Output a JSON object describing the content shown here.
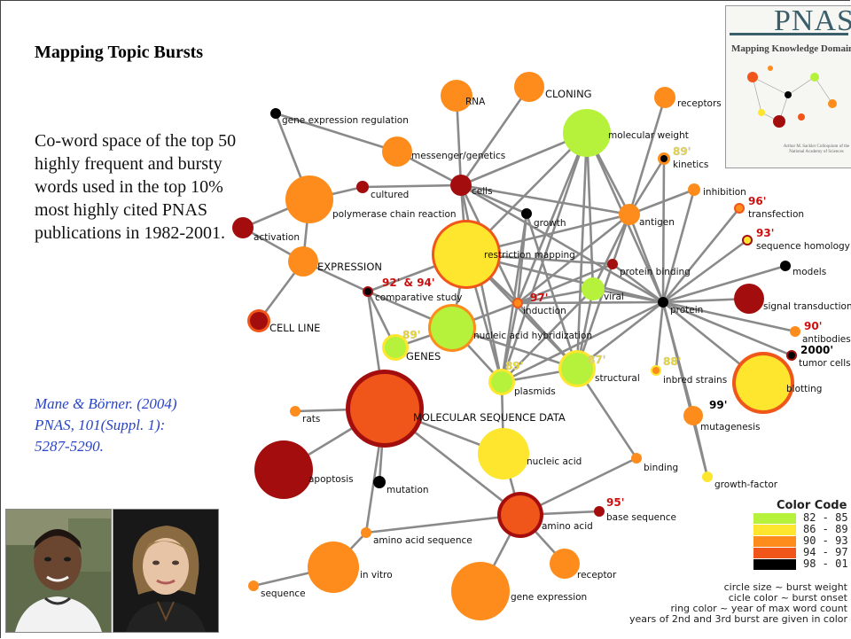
{
  "slide": {
    "title": "Mapping Topic Bursts",
    "description": "Co-word space of the top 50 highly frequent and bursty words used in the top 10% most highly cited PNAS publications in 1982-2001.",
    "citation_line1": "Mane & Börner. (2004)",
    "citation_line2": "PNAS, 101(Suppl. 1):",
    "citation_line3": "5287-5290."
  },
  "cover": {
    "journal": "PNAS",
    "title": "Mapping Knowledge Domains"
  },
  "colors": {
    "green": "#b6f23c",
    "yellow": "#fde62d",
    "orange": "#fd8c1c",
    "red_orange": "#f0561a",
    "dark_red": "#a40d0d",
    "black": "#000000",
    "edge": "#8a8a8a",
    "year_red": "#cc1010",
    "year_yellow": "#e8d62a"
  },
  "diagram": {
    "nodes": [
      {
        "id": "rna",
        "label": "RNA",
        "color": "orange"
      },
      {
        "id": "cloning",
        "label": "CLONING",
        "color": "orange"
      },
      {
        "id": "receptors",
        "label": "receptors",
        "color": "orange"
      },
      {
        "id": "molecular_weight",
        "label": "molecular weight",
        "color": "green"
      },
      {
        "id": "gene_expression_regulation",
        "label": "gene expression regulation",
        "color": "black"
      },
      {
        "id": "messenger_genetics",
        "label": "messenger/genetics",
        "color": "orange"
      },
      {
        "id": "kinetics",
        "label": "kinetics",
        "color": "black",
        "year": "89'"
      },
      {
        "id": "cultured",
        "label": "cultured",
        "color": "dark_red"
      },
      {
        "id": "cells",
        "label": "cells",
        "color": "dark_red"
      },
      {
        "id": "inhibition",
        "label": "inhibition",
        "color": "orange"
      },
      {
        "id": "transfection",
        "label": "transfection",
        "color": "orange",
        "year": "96'"
      },
      {
        "id": "polymerase_chain_reaction",
        "label": "polymerase chain reaction",
        "color": "orange"
      },
      {
        "id": "growth",
        "label": "growth",
        "color": "black"
      },
      {
        "id": "antigen",
        "label": "antigen",
        "color": "orange"
      },
      {
        "id": "activation",
        "label": "activation",
        "color": "dark_red"
      },
      {
        "id": "sequence_homology",
        "label": "sequence homology",
        "color": "yellow",
        "year": "93'"
      },
      {
        "id": "restriction_mapping",
        "label": "restriction mapping",
        "color": "yellow"
      },
      {
        "id": "protein_binding",
        "label": "protein binding",
        "color": "dark_red"
      },
      {
        "id": "models",
        "label": "models",
        "color": "black"
      },
      {
        "id": "expression",
        "label": "EXPRESSION",
        "color": "orange"
      },
      {
        "id": "comparative_study",
        "label": "comparative study",
        "color": "black",
        "year": "92' & 94'"
      },
      {
        "id": "viral",
        "label": "viral",
        "color": "green"
      },
      {
        "id": "induction",
        "label": "induction",
        "color": "orange",
        "year": "97'"
      },
      {
        "id": "protein",
        "label": "protein",
        "color": "black"
      },
      {
        "id": "signal_transduction",
        "label": "signal transduction",
        "color": "dark_red"
      },
      {
        "id": "cell_line",
        "label": "CELL LINE",
        "color": "dark_red"
      },
      {
        "id": "nucleic_acid_hybridization",
        "label": "nucleic acid hybridization",
        "color": "green"
      },
      {
        "id": "genes",
        "label": "GENES",
        "color": "green",
        "year": "89'"
      },
      {
        "id": "antibodies",
        "label": "antibodies",
        "color": "orange",
        "year": "90'"
      },
      {
        "id": "tumor_cells",
        "label": "tumor cells",
        "color": "black",
        "year": "2000'"
      },
      {
        "id": "plasmids",
        "label": "plasmids",
        "color": "green",
        "year": "89'"
      },
      {
        "id": "structural",
        "label": "structural",
        "color": "green",
        "year": "87'"
      },
      {
        "id": "inbred_strains",
        "label": "inbred strains",
        "color": "orange",
        "year": "88'"
      },
      {
        "id": "blotting",
        "label": "blotting",
        "color": "yellow"
      },
      {
        "id": "rats",
        "label": "rats",
        "color": "orange"
      },
      {
        "id": "molecular_sequence_data",
        "label": "MOLECULAR SEQUENCE DATA",
        "color": "red_orange"
      },
      {
        "id": "mutagenesis",
        "label": "mutagenesis",
        "color": "orange",
        "year": "99'"
      },
      {
        "id": "apoptosis",
        "label": "apoptosis",
        "color": "dark_red"
      },
      {
        "id": "mutation",
        "label": "mutation",
        "color": "black"
      },
      {
        "id": "nucleic_acid",
        "label": "nucleic acid",
        "color": "yellow"
      },
      {
        "id": "binding",
        "label": "binding",
        "color": "orange"
      },
      {
        "id": "growth_factor",
        "label": "growth-factor",
        "color": "yellow"
      },
      {
        "id": "amino_acid",
        "label": "amino acid",
        "color": "red_orange"
      },
      {
        "id": "base_sequence",
        "label": "base sequence",
        "color": "dark_red",
        "year": "95'"
      },
      {
        "id": "amino_acid_sequence",
        "label": "amino acid sequence",
        "color": "orange"
      },
      {
        "id": "in_vitro",
        "label": "in vitro",
        "color": "orange"
      },
      {
        "id": "receptor",
        "label": "receptor",
        "color": "orange"
      },
      {
        "id": "sequence",
        "label": "sequence",
        "color": "orange"
      },
      {
        "id": "gene_expression",
        "label": "gene expression",
        "color": "orange"
      }
    ]
  },
  "legend": {
    "title": "Color Code",
    "items": [
      {
        "label": "82 - 85",
        "color": "green"
      },
      {
        "label": "86 - 89",
        "color": "yellow"
      },
      {
        "label": "90 - 93",
        "color": "orange"
      },
      {
        "label": "94 - 97",
        "color": "red_orange"
      },
      {
        "label": "98 - 01",
        "color": "black"
      }
    ]
  },
  "notes": [
    "circle size ~ burst weight",
    "cicle color ~ burst onset",
    "ring color ~ year of max word count",
    "years of 2nd and 3rd burst are given in color"
  ]
}
